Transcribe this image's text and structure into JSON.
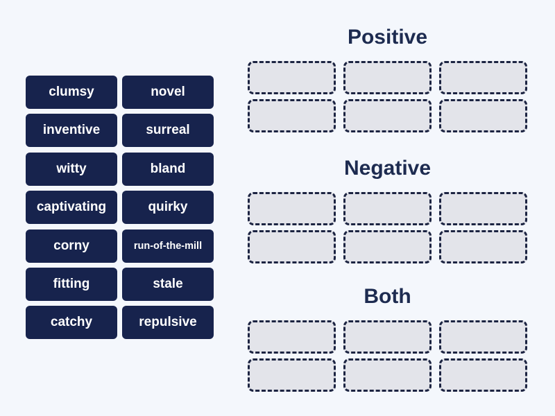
{
  "page": {
    "background_color": "#f4f7fc"
  },
  "colors": {
    "tile_background": "#17234d",
    "tile_text": "#ffffff",
    "heading_text": "#1d2b50",
    "zone_fill": "#e3e4ea",
    "zone_border": "#1c2442"
  },
  "tiles": [
    "clumsy",
    "novel",
    "inventive",
    "surreal",
    "witty",
    "bland",
    "captivating",
    "quirky",
    "corny",
    "run-of-the-mill",
    "fitting",
    "stale",
    "catchy",
    "repulsive"
  ],
  "groups": [
    {
      "label": "Positive",
      "slots": 6
    },
    {
      "label": "Negative",
      "slots": 6
    },
    {
      "label": "Both",
      "slots": 6
    }
  ]
}
